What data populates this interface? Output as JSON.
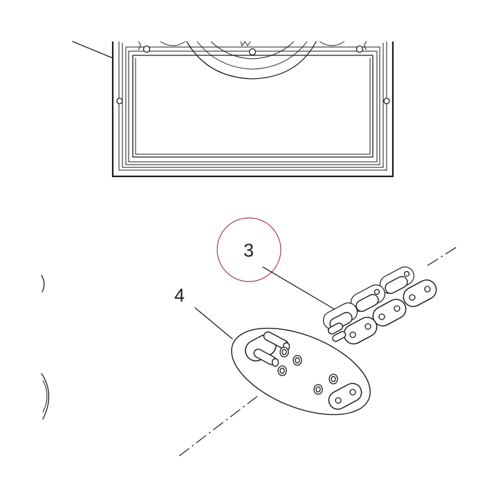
{
  "callouts": [
    {
      "id": "3",
      "label": "3"
    },
    {
      "id": "4",
      "label": "4"
    }
  ],
  "colors": {
    "line": "#1a1a1a",
    "highlight_circle": "#b03a48",
    "background": "#ffffff"
  }
}
